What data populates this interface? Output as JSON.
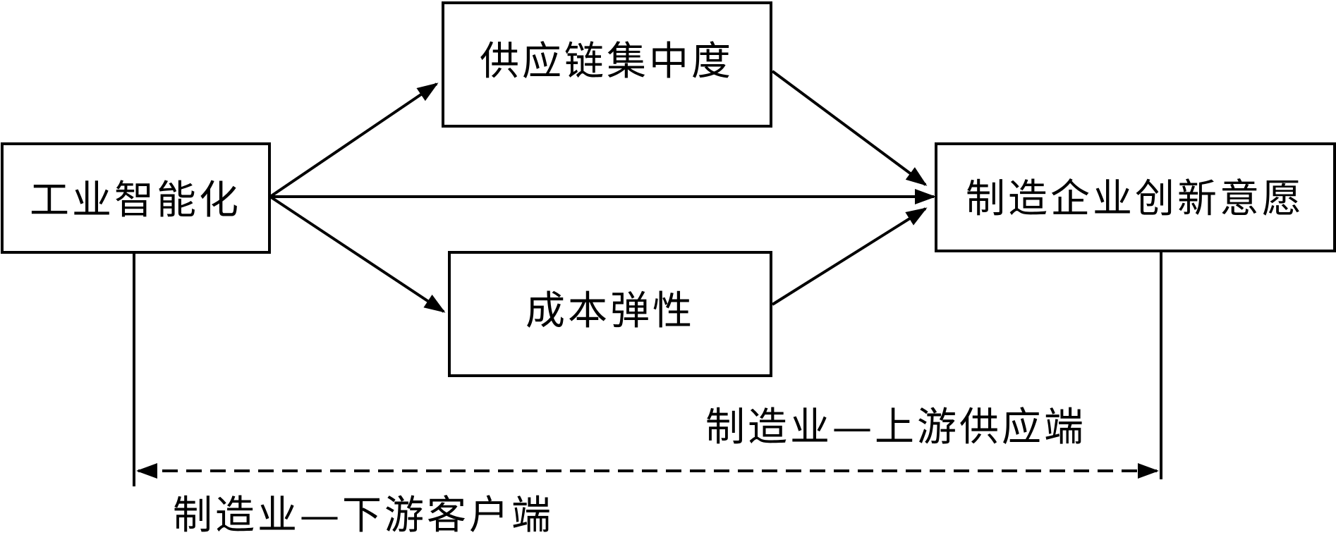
{
  "nodes": {
    "source": {
      "label": "工业智能化"
    },
    "mediator_top": {
      "label": "供应链集中度"
    },
    "mediator_bottom": {
      "label": "成本弹性"
    },
    "outcome": {
      "label": "制造企业创新意愿"
    }
  },
  "bands": {
    "upstream": {
      "label": "制造业—上游供应端"
    },
    "downstream": {
      "label": "制造业—下游客户端"
    }
  },
  "colors": {
    "ink": "#000000",
    "background": "#ffffff"
  }
}
